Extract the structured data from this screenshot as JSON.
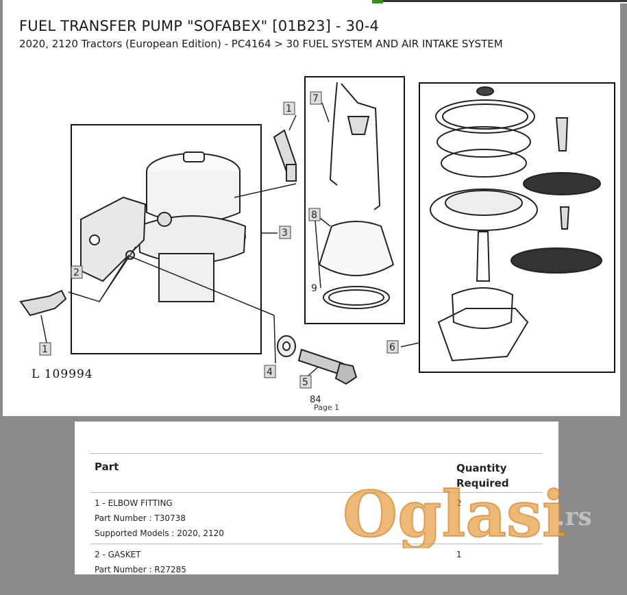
{
  "header": {
    "title": "FUEL TRANSFER PUMP \"SOFABEX\" [01B23] - 30-4",
    "subtitle": "2020, 2120 Tractors (European Edition) - PC4164 > 30 FUEL SYSTEM AND AIR INTAKE SYSTEM"
  },
  "diagram": {
    "callouts": [
      "1",
      "1",
      "2",
      "3",
      "4",
      "5",
      "6",
      "7",
      "8",
      "9"
    ],
    "drawing_number": "L 109994",
    "page_number": "84",
    "page_label": "Page 1"
  },
  "table": {
    "col_part": "Part",
    "col_quantity": "Quantity Required",
    "rows": [
      {
        "name": "1 - ELBOW FITTING",
        "part_number": "Part Number : T30738",
        "models": "Supported Models : 2020, 2120",
        "quantity": "2"
      },
      {
        "name": "2 - GASKET",
        "part_number": "Part Number : R27285",
        "quantity": "1"
      }
    ]
  },
  "watermark": {
    "brand": "Oglasi",
    "suffix": ".rs",
    "color": "#e8a24a"
  },
  "accent_colors": {
    "green": "#3b8a1c"
  }
}
